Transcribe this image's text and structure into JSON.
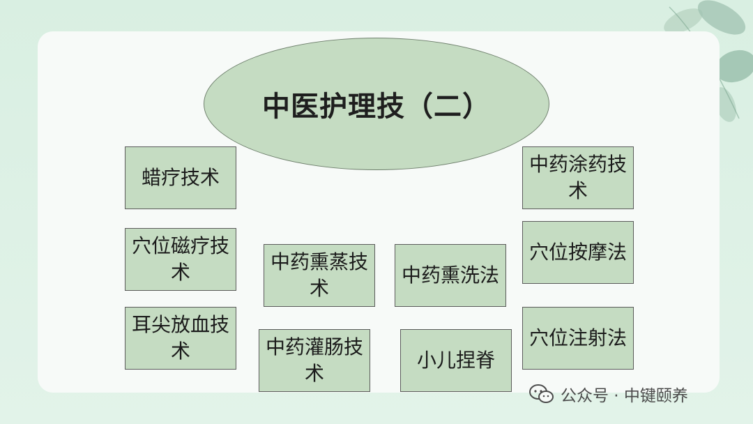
{
  "diagram": {
    "title": "中医护理技（二）",
    "nodes": [
      {
        "id": "wax",
        "label": "蜡疗技术"
      },
      {
        "id": "acupoint-magnetic",
        "label": "穴位磁疗技术"
      },
      {
        "id": "ear-bloodletting",
        "label": "耳尖放血技术"
      },
      {
        "id": "fumigation-steam",
        "label": "中药熏蒸技术"
      },
      {
        "id": "enema",
        "label": "中药灌肠技术"
      },
      {
        "id": "fumigation-wash",
        "label": "中药熏洗法"
      },
      {
        "id": "child-spine",
        "label": "小儿捏脊"
      },
      {
        "id": "herbal-apply",
        "label": "中药涂药技术"
      },
      {
        "id": "acupoint-massage",
        "label": "穴位按摩法"
      },
      {
        "id": "acupoint-injection",
        "label": "穴位注射法"
      }
    ]
  },
  "watermark": {
    "text": "公众号 · 中键颐养",
    "icon": "wechat-icon"
  },
  "colors": {
    "node_fill": "#c5dcc2",
    "node_border": "#5a5a5a",
    "card": "#f7faf8",
    "background": "#dcefe3"
  }
}
